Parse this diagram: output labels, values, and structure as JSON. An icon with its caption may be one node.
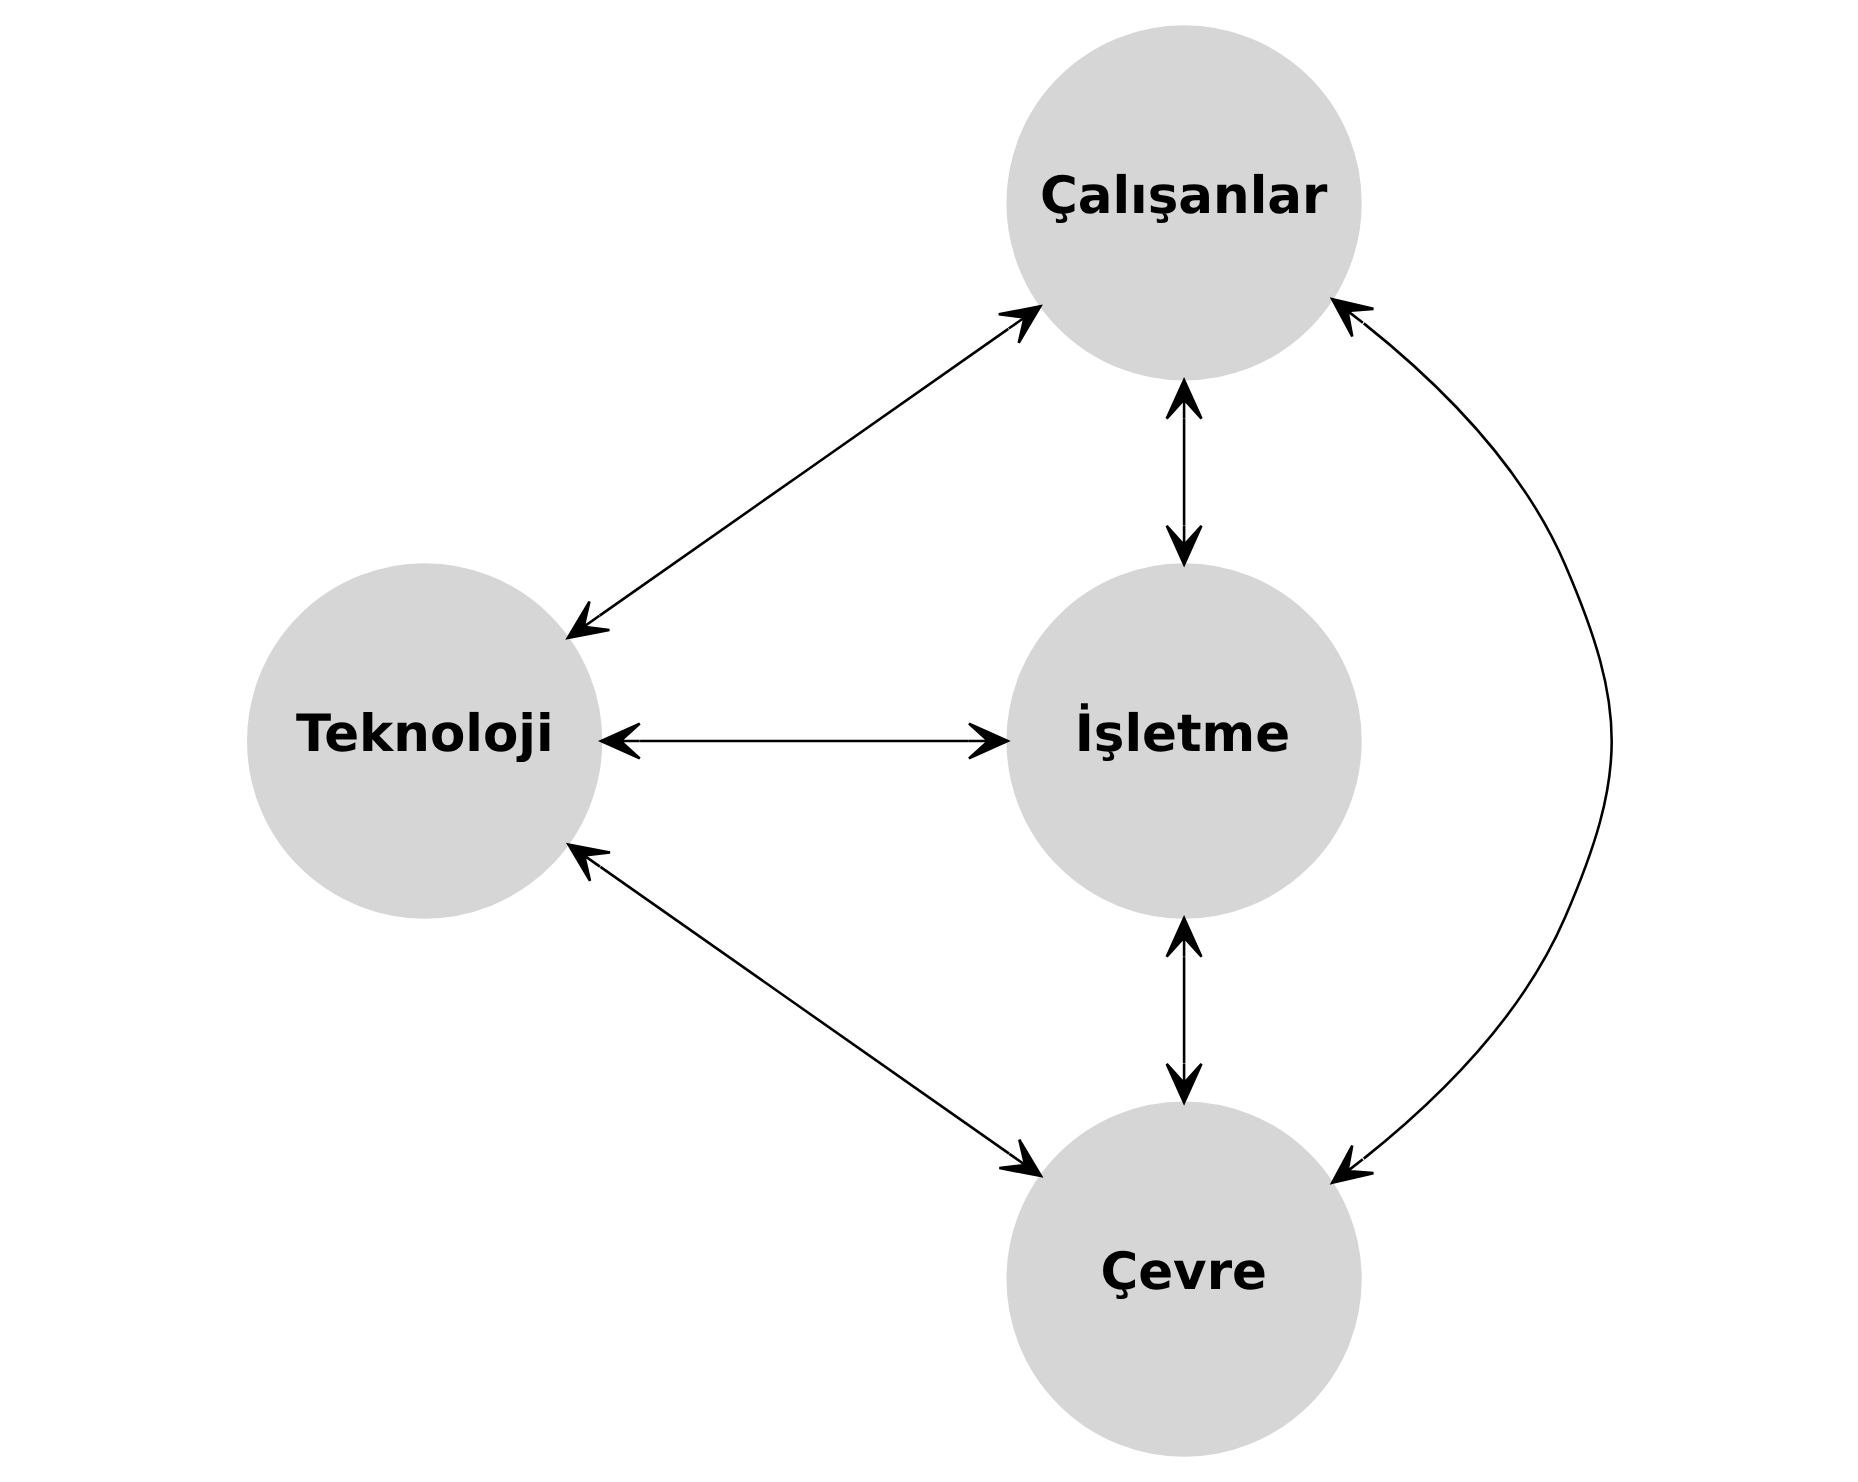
{
  "diagram": {
    "nodes": [
      {
        "text": [
          "Çalışanlar"
        ]
      },
      {
        "text": [
          "Teknoloji"
        ]
      },
      {
        "text": [
          "İşletme"
        ]
      },
      {
        "text": [
          "Çevre"
        ]
      }
    ],
    "edges": [
      {
        "from": 0,
        "to": 1,
        "arrow": "both"
      },
      {
        "from": 0,
        "to": 2,
        "arrow": "both"
      },
      {
        "from": 1,
        "to": 3,
        "arrow": "both"
      },
      {
        "from": 2,
        "to": 3,
        "arrow": "both"
      },
      {
        "from": 0,
        "to": 3,
        "arrow": "both"
      },
      {
        "from": 1,
        "to": 2,
        "arrow": "both"
      }
    ]
  }
}
